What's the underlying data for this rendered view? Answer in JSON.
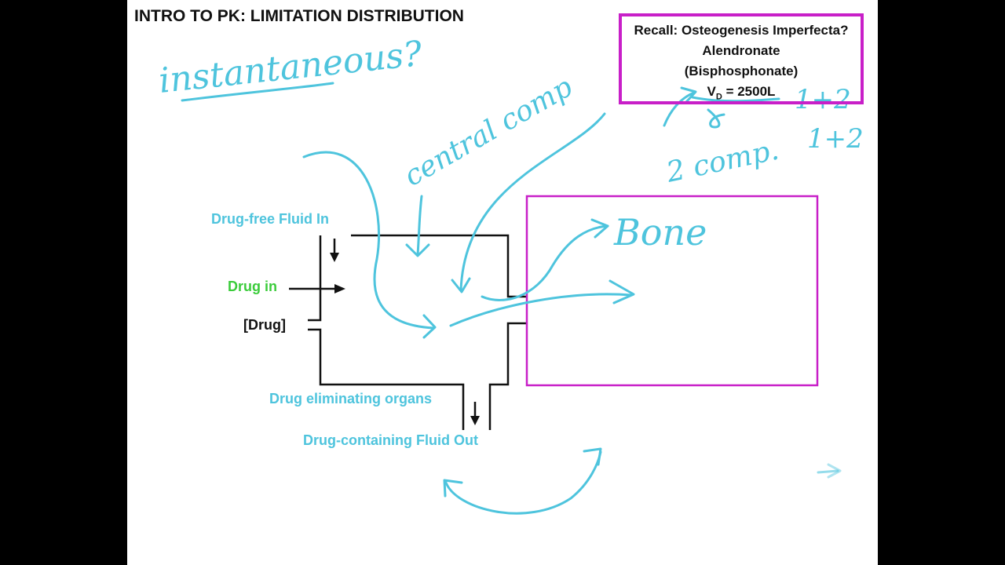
{
  "title": "INTRO TO PK: LIMITATION DISTRIBUTION",
  "recall_box": {
    "line1": "Recall: Osteogenesis Imperfecta?",
    "line2": "Alendronate",
    "line3": "(Bisphosphonate)",
    "vd_symbol": "V",
    "vd_sub": "D",
    "vd_value": "= 2500L"
  },
  "labels": {
    "fluid_in": "Drug-free Fluid In",
    "drug_in": "Drug in",
    "drug_conc": "[Drug]",
    "eliminating": "Drug eliminating organs",
    "fluid_out": "Drug-containing Fluid Out"
  },
  "handwriting": {
    "instantaneous": "instantaneous?",
    "central_comp": "central comp",
    "bone": "Bone",
    "two_comp": "2 comp.",
    "one_plus_two_a": "1+2",
    "one_plus_two_b": "1+2"
  },
  "colors": {
    "cyan": "#4ec4dd",
    "magenta": "#c81fc8",
    "green": "#3bcc3b",
    "black": "#111111"
  }
}
